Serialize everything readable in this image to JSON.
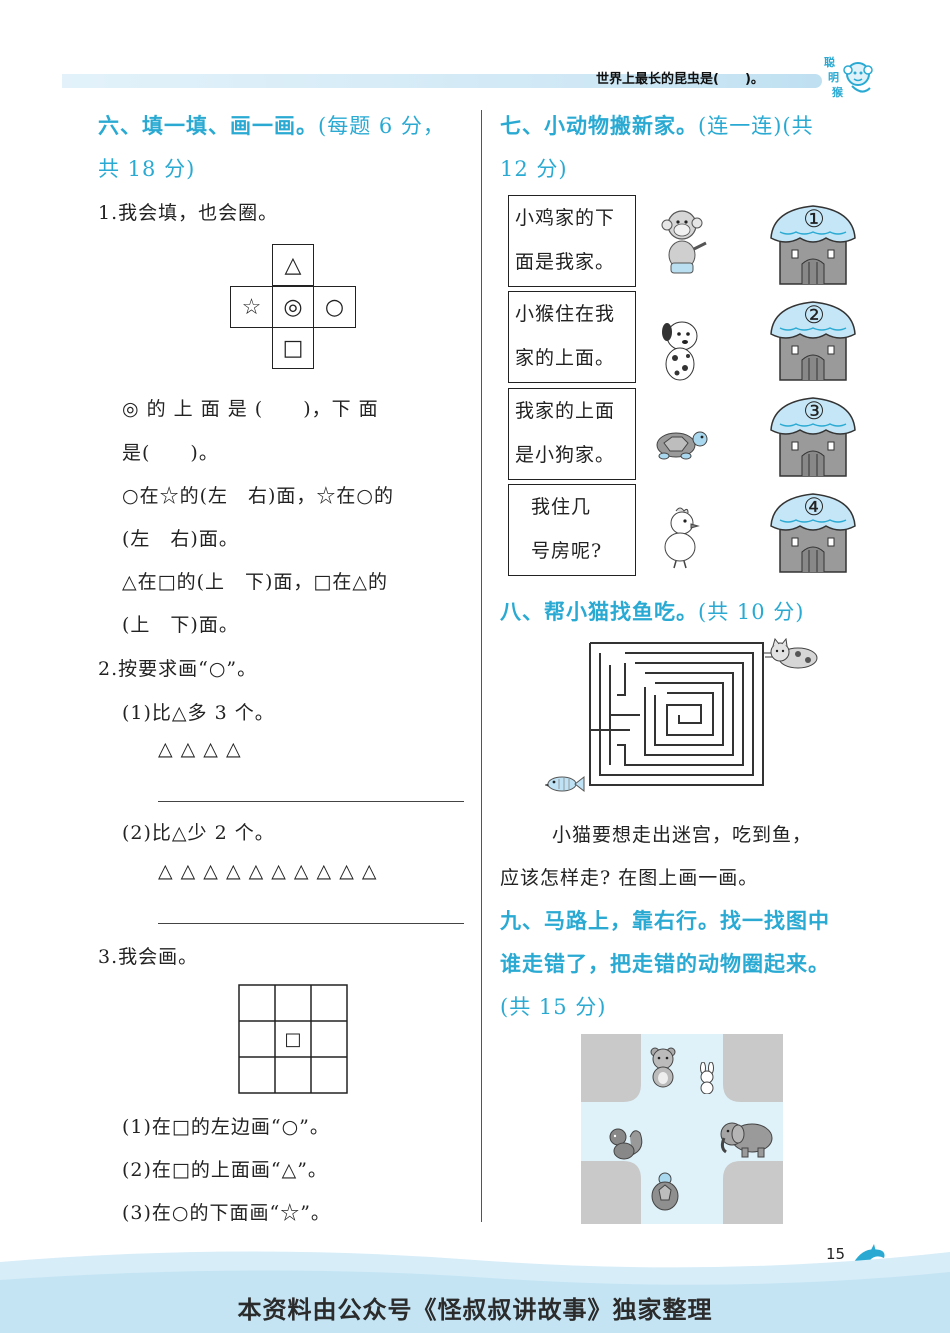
{
  "header": {
    "fact": "世界上最长的昆虫是(　　)。",
    "logo_text": "聪明猴"
  },
  "left": {
    "section6_title": "六、填一填、画一画。",
    "section6_score_a": "(每题 6 分，",
    "section6_score_b": "共 18 分)",
    "q1_title": "1.我会填，也会圈。",
    "cross_cells": [
      "△",
      "☆",
      "◎",
      "○",
      "□"
    ],
    "q1_line1": "◎ 的 上 面 是 (　　)，下 面",
    "q1_line2": "是(　　)。",
    "q1_line3": "○在☆的(左　右)面，☆在○的",
    "q1_line4": "(左　右)面。",
    "q1_line5": "△在□的(上　下)面，□在△的",
    "q1_line6": "(上　下)面。",
    "q2_title": "2.按要求画“○”。",
    "q2_sub1": "(1)比△多 3 个。",
    "q2_sub1_shapes": "△ △ △ △",
    "q2_sub2": "(2)比△少 2 个。",
    "q2_sub2_shapes": "△ △ △ △ △ △ △ △ △ △",
    "q3_title": "3.我会画。",
    "grid_center": "□",
    "q3_sub1": "(1)在□的左边画“○”。",
    "q3_sub2": "(2)在□的上面画“△”。",
    "q3_sub3": "(3)在○的下面画“☆”。"
  },
  "right": {
    "section7_title": "七、小动物搬新家。",
    "section7_score_a": "(连一连)(共",
    "section7_score_b": "12 分)",
    "bubbles": [
      {
        "l1": "小鸡家的下",
        "l2": "面是我家。"
      },
      {
        "l1": "小猴住在我",
        "l2": "家的上面。"
      },
      {
        "l1": "我家的上面",
        "l2": "是小狗家。"
      },
      {
        "l1": "我住几",
        "l2": "号房呢?"
      }
    ],
    "houses": [
      "①",
      "②",
      "③",
      "④"
    ],
    "section8_title": "八、帮小猫找鱼吃。",
    "section8_score": "(共 10 分)",
    "s8_line1": "小猫要想走出迷宫，吃到鱼，",
    "s8_line2": "应该怎样走? 在图上画一画。",
    "section9_line1": "九、马路上，靠右行。找一找图中",
    "section9_line2": "谁走错了，把走错的动物圈起来。",
    "section9_score": "(共 15 分)"
  },
  "footer": {
    "page": "15",
    "text": "本资料由公众号《怪叔叔讲故事》独家整理"
  },
  "colors": {
    "accent": "#2aaad3",
    "house_roof": "#bfe3f5",
    "house_body": "#9a9a9a",
    "road": "#c9c9c9",
    "plaza": "#dff2fa"
  }
}
